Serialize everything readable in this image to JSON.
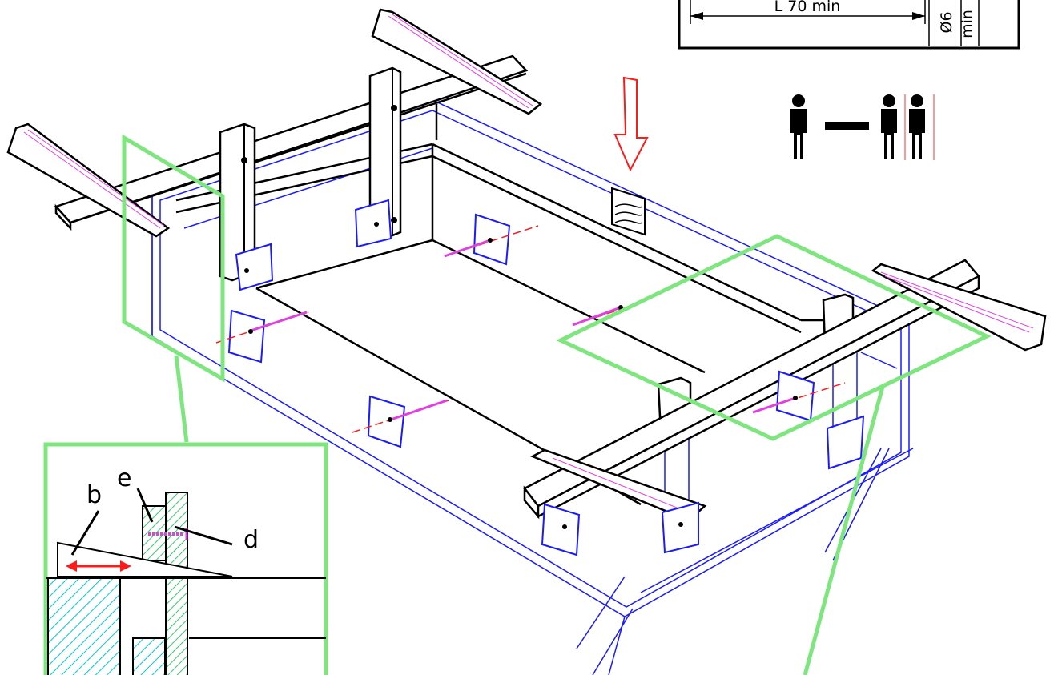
{
  "spec_box": {
    "length_label": "L 70 min",
    "diameter_label": "Ø6",
    "diameter_min_label": "min"
  },
  "people_info": {
    "separator": "—",
    "count_left": 1,
    "count_right": 2
  },
  "detail_labels": {
    "b": "b",
    "d": "d",
    "e": "e"
  },
  "colors": {
    "outline": "#000000",
    "frame": "#1a1aff",
    "callout": "#7fe67f",
    "arrow": "#ff1a1a",
    "screw": "#e040e0",
    "hatch": "#00c8d8",
    "hatch2": "#20c060"
  }
}
